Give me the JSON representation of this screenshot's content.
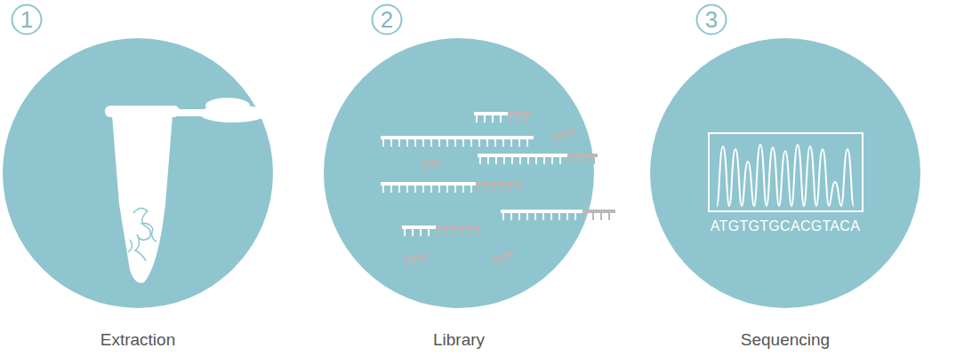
{
  "diagram": {
    "nodes": [
      {
        "text": [
          "1"
        ]
      },
      {
        "text": [
          "Extraction"
        ]
      },
      {
        "text": [
          "2"
        ]
      },
      {
        "text": [
          "Library"
        ]
      },
      {
        "text": [
          "3"
        ]
      },
      {
        "text": [
          "Sequencing"
        ]
      }
    ],
    "labels": [
      "ATGTGTGCACGTACA"
    ]
  }
}
